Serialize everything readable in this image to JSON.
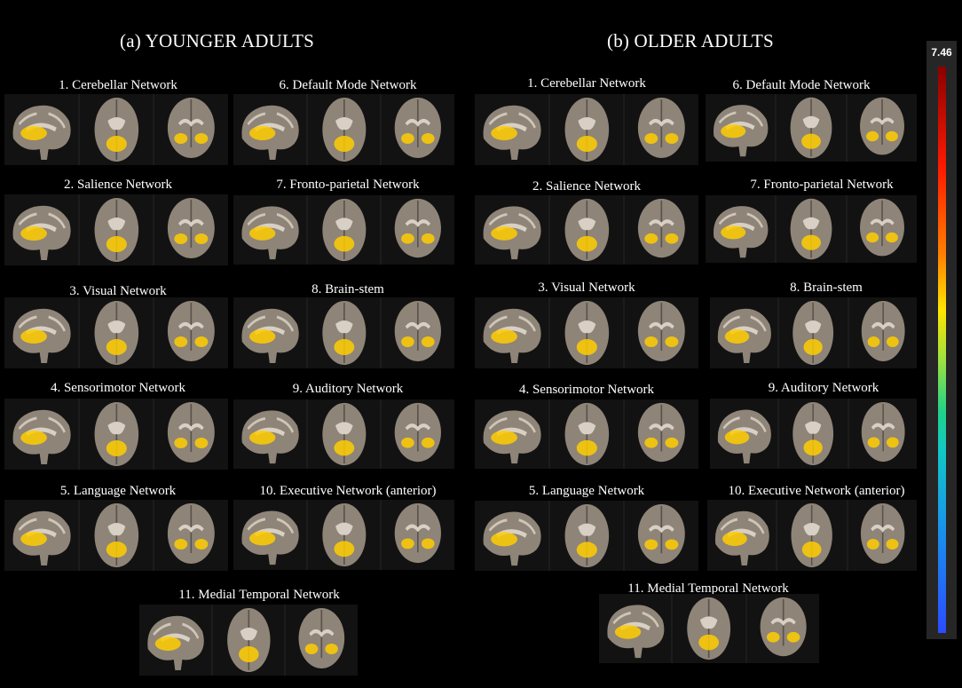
{
  "panels": [
    {
      "heading": "(a) YOUNGER ADULTS",
      "networks": [
        {
          "label": "1. Cerebellar Network"
        },
        {
          "label": "2. Salience Network"
        },
        {
          "label": "3. Visual Network"
        },
        {
          "label": "4. Sensorimotor Network"
        },
        {
          "label": "5. Language Network"
        },
        {
          "label": "6. Default Mode Network"
        },
        {
          "label": "7. Fronto-parietal Network"
        },
        {
          "label": "8. Brain-stem"
        },
        {
          "label": "9. Auditory Network"
        },
        {
          "label": "10. Executive Network (anterior)"
        },
        {
          "label": "11. Medial Temporal Network"
        }
      ]
    },
    {
      "heading": "(b) OLDER ADULTS",
      "networks": [
        {
          "label": "1. Cerebellar Network"
        },
        {
          "label": "2. Salience Network"
        },
        {
          "label": "3. Visual Network"
        },
        {
          "label": "4. Sensorimotor Network"
        },
        {
          "label": "5. Language Network"
        },
        {
          "label": "6. Default Mode Network"
        },
        {
          "label": "7. Fronto-parietal Network"
        },
        {
          "label": "8. Brain-stem"
        },
        {
          "label": "9. Auditory Network"
        },
        {
          "label": "10. Executive Network (anterior)"
        },
        {
          "label": "11. Medial Temporal Network"
        }
      ]
    }
  ],
  "colorbar": {
    "max_label": "7.46",
    "colors": [
      "#8b0000",
      "#ff1a00",
      "#ff7f00",
      "#ffe600",
      "#1fd28a",
      "#12c6c6",
      "#2a4cff"
    ]
  }
}
